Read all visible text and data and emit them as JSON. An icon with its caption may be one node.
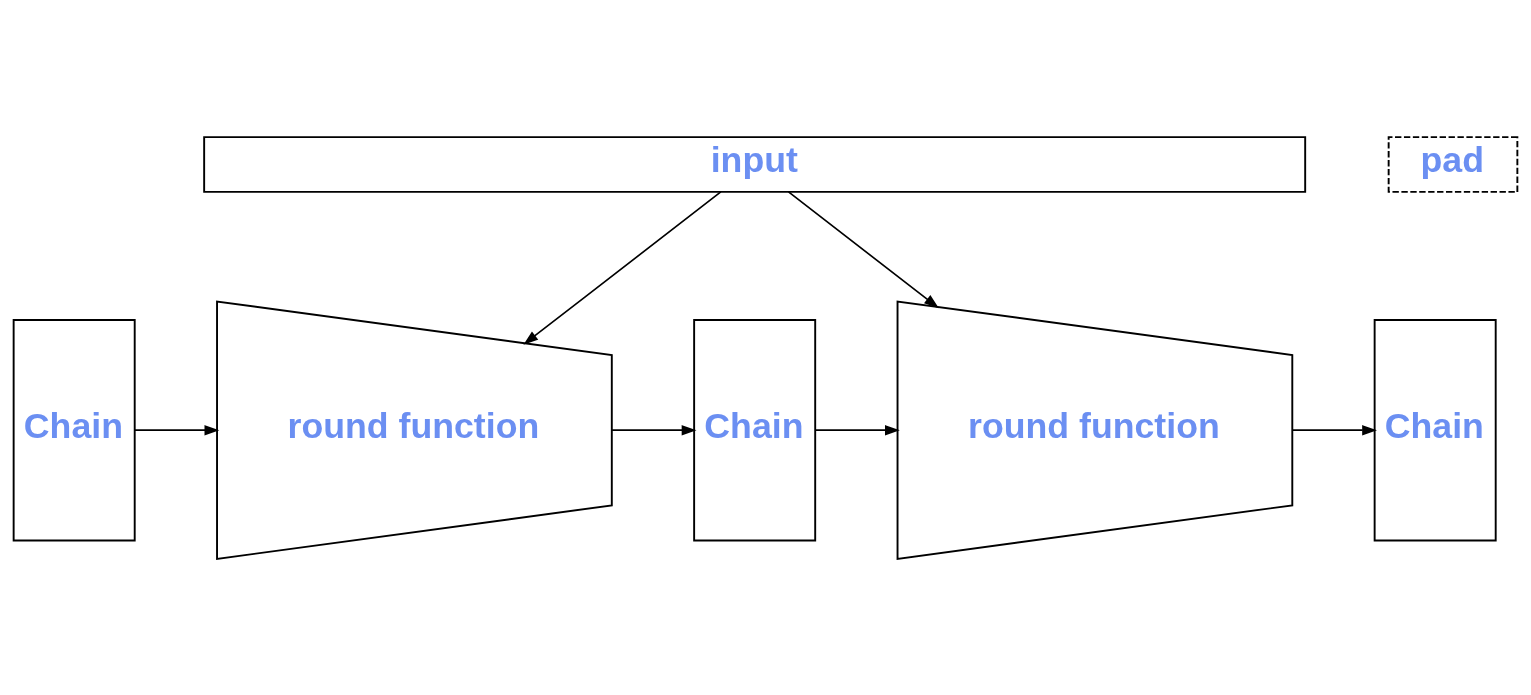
{
  "diagram": {
    "nodes": [
      {
        "text": [
          "input"
        ]
      },
      {
        "text": [
          "pad"
        ]
      },
      {
        "text": [
          "Chain"
        ]
      },
      {
        "text": [
          "round function"
        ]
      },
      {
        "text": [
          "Chain"
        ]
      },
      {
        "text": [
          "round function"
        ]
      },
      {
        "text": [
          "Chain"
        ]
      }
    ],
    "edges": [
      {
        "from": 0,
        "to": 3,
        "arrow": "to"
      },
      {
        "from": 0,
        "to": 5,
        "arrow": "to"
      },
      {
        "from": 2,
        "to": 3,
        "arrow": "to"
      },
      {
        "from": 3,
        "to": 4,
        "arrow": "to"
      },
      {
        "from": 4,
        "to": 5,
        "arrow": "to"
      },
      {
        "from": 5,
        "to": 6,
        "arrow": "to"
      }
    ]
  }
}
